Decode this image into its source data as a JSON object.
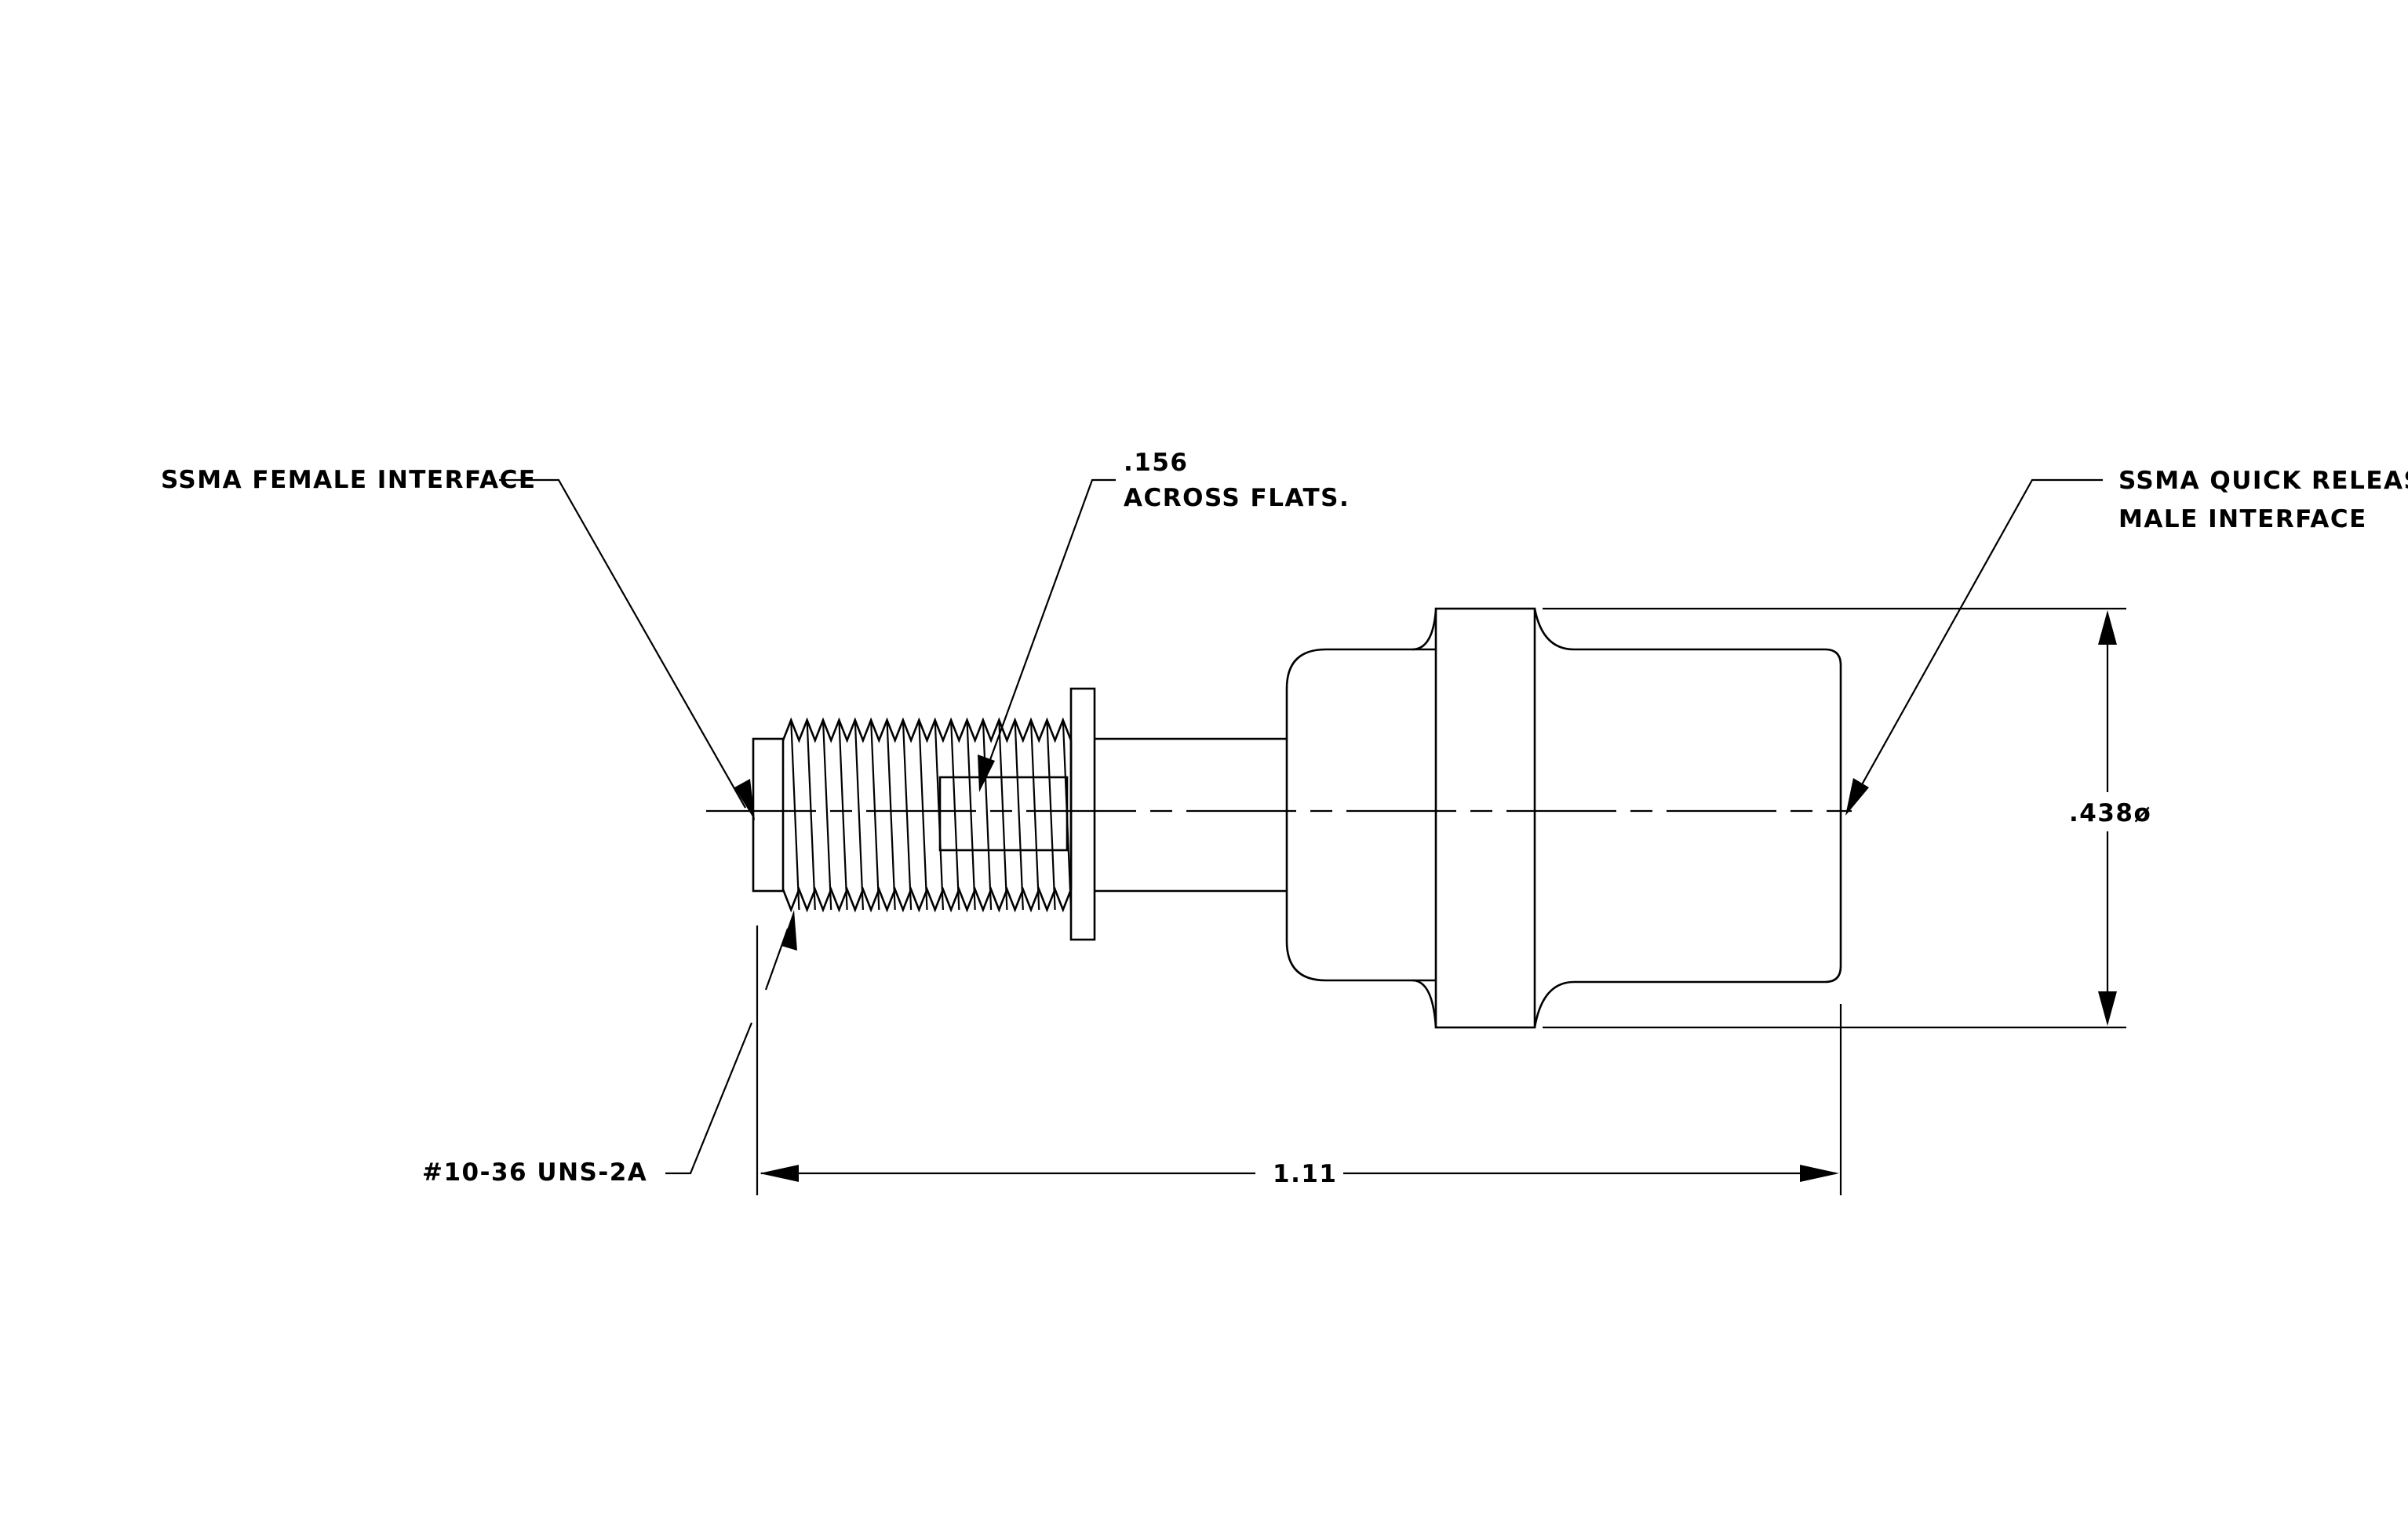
{
  "labels": {
    "female_interface": "SSMA FEMALE INTERFACE",
    "flats_value": ".156",
    "flats_text": "ACROSS FLATS.",
    "male_line1": "SSMA QUICK RELEASE",
    "male_line2": "MALE INTERFACE",
    "diameter": ".438ø",
    "thread_spec": "#10-36 UNS-2A",
    "length": "1.11"
  },
  "thread": {
    "crest_count": 18
  }
}
